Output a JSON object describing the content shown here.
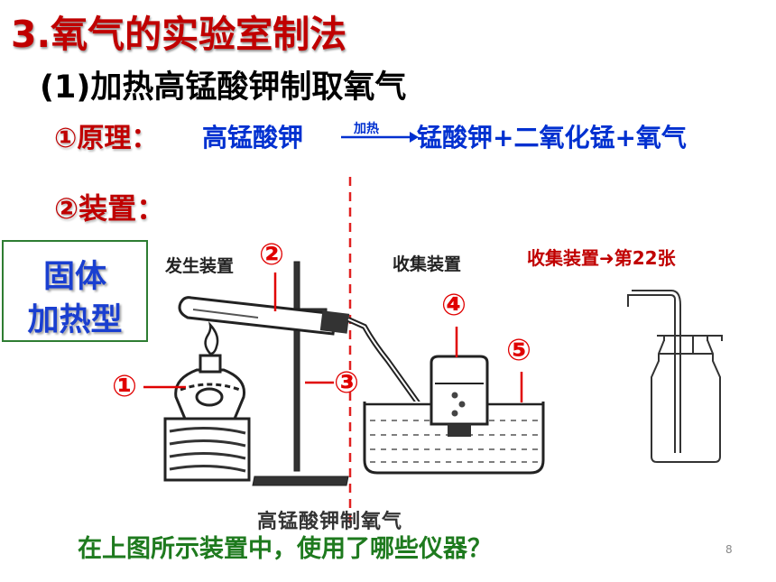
{
  "title": "3.氧气的实验室制法",
  "subtitle": "(1)加热高锰酸钾制取氧气",
  "principle": {
    "label": "①原理：",
    "reactant": "高锰酸钾",
    "condition": "加热",
    "products": "锰酸钾+二氧化锰+氧气"
  },
  "device": {
    "label": "②装置：",
    "type_line1": "固体",
    "type_line2": "加热型",
    "generation_label": "发生装置",
    "collection_label": "收集装置",
    "collection_ref": "收集装置➜第22张",
    "callouts": [
      "①",
      "②",
      "③",
      "④",
      "⑤"
    ],
    "caption": "高锰酸钾制氧气"
  },
  "question": "在上图所示装置中，使用了哪些仪器？",
  "page_number": "8"
}
